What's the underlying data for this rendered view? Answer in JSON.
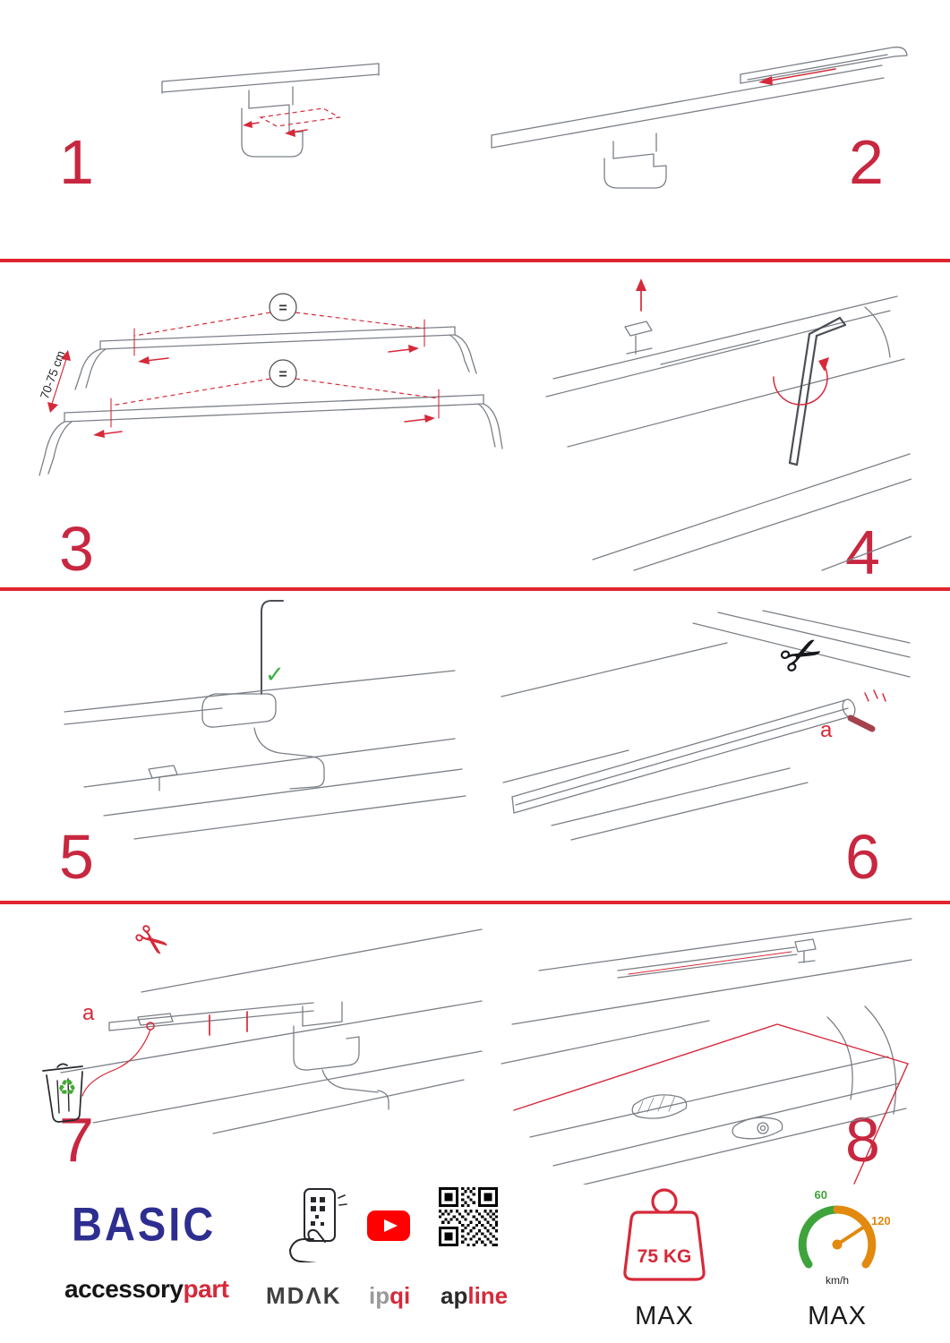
{
  "page": {
    "accent": "#d6293a",
    "divider_color": "#e0242f",
    "brand_blue": "#2e2e90",
    "youtube_red": "#ff0000",
    "gauge_green": "#3fa33c",
    "gauge_orange": "#e2890f"
  },
  "steps": [
    {
      "number": "1"
    },
    {
      "number": "2"
    },
    {
      "number": "3"
    },
    {
      "number": "4"
    },
    {
      "number": "5"
    },
    {
      "number": "6"
    },
    {
      "number": "7"
    },
    {
      "number": "8"
    }
  ],
  "step3": {
    "measurement": "70-75 cm",
    "equal_top": "=",
    "equal_bottom": "="
  },
  "step5": {
    "check_icon": "✓"
  },
  "step6": {
    "scissors_icon": "✂",
    "label_a": "a"
  },
  "step7": {
    "scissors_icon": "✂",
    "label_a": "a",
    "recycle_icon": "♻"
  },
  "footer": {
    "brand": "BASIC",
    "brand_accessory": "accessory",
    "brand_part": "part",
    "partner_mdak": "MDΛK",
    "partner_ip": "ip",
    "partner_qi": "qi",
    "partner_ap": "ap",
    "partner_line": "line",
    "weight_value": "75 KG",
    "weight_max": "MAX",
    "speed_low": "60",
    "speed_high": "120",
    "speed_unit": "km/h",
    "speed_max": "MAX"
  }
}
